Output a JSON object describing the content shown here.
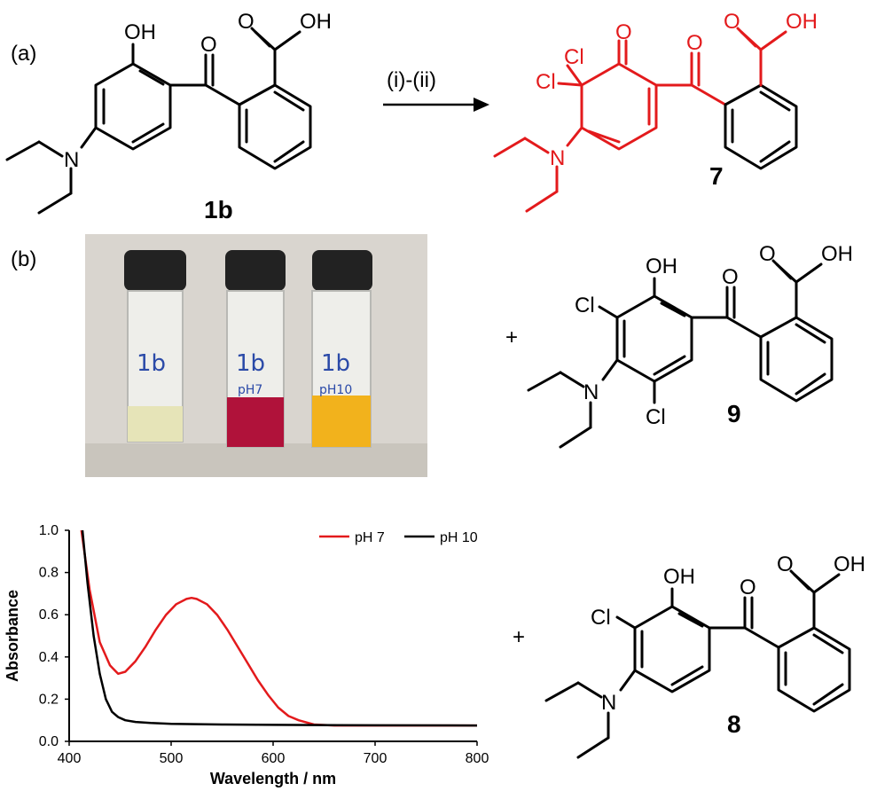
{
  "panel_labels": {
    "a": "(a)",
    "b": "(b)"
  },
  "reaction": {
    "conditions": "(i)-(ii)"
  },
  "compounds": {
    "c1b": {
      "id": "1b",
      "OH": "OH",
      "O": "O",
      "COOH_O": "O",
      "COOH_OH": "OH",
      "N": "N"
    },
    "c7": {
      "id": "7",
      "Cl1": "Cl",
      "Cl2": "Cl",
      "O1": "O",
      "O2": "O",
      "COOH_O": "O",
      "COOH_OH": "OH",
      "N": "N",
      "color": "#e31a1c"
    },
    "c9": {
      "id": "9",
      "plus": "+",
      "Cl1": "Cl",
      "Cl2": "Cl",
      "OH": "OH",
      "O": "O",
      "COOH_O": "O",
      "COOH_OH": "OH",
      "N": "N"
    },
    "c8": {
      "id": "8",
      "plus": "+",
      "Cl": "Cl",
      "OH": "OH",
      "O": "O",
      "COOH_O": "O",
      "COOH_OH": "OH",
      "N": "N"
    }
  },
  "vials": {
    "labels": [
      "1b",
      "1b",
      "1b"
    ],
    "sublabels": [
      "",
      "pH7",
      "pH10"
    ],
    "colors": {
      "background": "#d9d5cf",
      "cap": "#222222",
      "liquid_1": "#e6e4b8",
      "liquid_2": "#b0123a",
      "liquid_3": "#f2b21c",
      "ink": "#2b4aa8"
    }
  },
  "chart_data": {
    "type": "line",
    "xlabel": "Wavelength / nm",
    "ylabel": "Absorbance",
    "xlim": [
      400,
      800
    ],
    "ylim": [
      0.0,
      1.0
    ],
    "xticks": [
      "400",
      "500",
      "600",
      "700",
      "800"
    ],
    "yticks": [
      "0.0",
      "0.2",
      "0.4",
      "0.6",
      "0.8",
      "1.0"
    ],
    "legend_position": "top-right",
    "series": [
      {
        "name": "pH 7",
        "color": "#e31a1c",
        "x": [
          412,
          420,
          430,
          440,
          448,
          455,
          465,
          475,
          485,
          495,
          505,
          515,
          520,
          525,
          535,
          545,
          555,
          565,
          575,
          585,
          595,
          605,
          615,
          625,
          640,
          660,
          700,
          750,
          800
        ],
        "y": [
          1.0,
          0.72,
          0.47,
          0.36,
          0.32,
          0.33,
          0.38,
          0.45,
          0.53,
          0.6,
          0.65,
          0.675,
          0.68,
          0.675,
          0.65,
          0.6,
          0.53,
          0.45,
          0.37,
          0.29,
          0.22,
          0.16,
          0.12,
          0.1,
          0.08,
          0.075,
          0.075,
          0.075,
          0.075
        ]
      },
      {
        "name": "pH 10",
        "color": "#000000",
        "x": [
          413,
          418,
          424,
          430,
          436,
          442,
          448,
          455,
          465,
          480,
          500,
          550,
          600,
          700,
          800
        ],
        "y": [
          1.0,
          0.75,
          0.5,
          0.32,
          0.2,
          0.14,
          0.115,
          0.1,
          0.092,
          0.087,
          0.083,
          0.08,
          0.078,
          0.076,
          0.075
        ]
      }
    ]
  }
}
